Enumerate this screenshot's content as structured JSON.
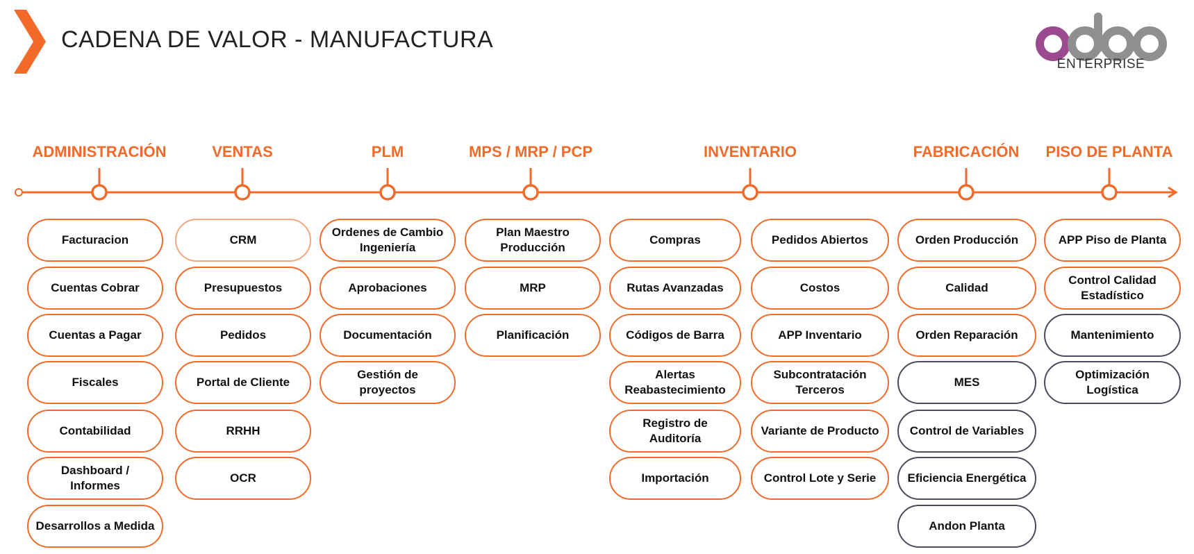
{
  "header": {
    "title": "CADENA DE VALOR - MANUFACTURA",
    "logo_wordmark": "odoo",
    "logo_subtitle": "ENTERPRISE",
    "logo_colors": {
      "o1": "#9b4a8f",
      "rest": "#8f8f8f"
    }
  },
  "colors": {
    "accent": "#f26a2a",
    "light_border": "#f6a57f",
    "dark_border": "#4a4a5c"
  },
  "stages": [
    {
      "label": "ADMINISTRACIÓN"
    },
    {
      "label": "VENTAS"
    },
    {
      "label": "PLM"
    },
    {
      "label": "MPS / MRP / PCP"
    },
    {
      "label": "INVENTARIO"
    },
    {
      "label": "FABRICACIÓN"
    },
    {
      "label": "PISO DE PLANTA"
    }
  ],
  "columns": [
    {
      "stage": "ADMINISTRACIÓN",
      "items": [
        {
          "label": "Facturacion",
          "style": "orange"
        },
        {
          "label": "Cuentas Cobrar",
          "style": "orange"
        },
        {
          "label": "Cuentas a Pagar",
          "style": "orange"
        },
        {
          "label": "Fiscales",
          "style": "orange"
        },
        {
          "label": "Contabilidad",
          "style": "orange"
        },
        {
          "label": "Dashboard / Informes",
          "style": "orange"
        },
        {
          "label": "Desarrollos a Medida",
          "style": "orange"
        }
      ]
    },
    {
      "stage": "VENTAS",
      "items": [
        {
          "label": "CRM",
          "style": "light"
        },
        {
          "label": "Presupuestos",
          "style": "orange"
        },
        {
          "label": "Pedidos",
          "style": "orange"
        },
        {
          "label": "Portal de Cliente",
          "style": "orange"
        },
        {
          "label": "RRHH",
          "style": "orange"
        },
        {
          "label": "OCR",
          "style": "orange"
        }
      ]
    },
    {
      "stage": "PLM",
      "items": [
        {
          "label": "Ordenes de Cambio Ingeniería",
          "style": "orange"
        },
        {
          "label": "Aprobaciones",
          "style": "orange"
        },
        {
          "label": "Documentación",
          "style": "orange"
        },
        {
          "label": "Gestión de proyectos",
          "style": "orange"
        }
      ]
    },
    {
      "stage": "MPS / MRP / PCP",
      "items": [
        {
          "label": "Plan Maestro Producción",
          "style": "orange"
        },
        {
          "label": "MRP",
          "style": "orange"
        },
        {
          "label": "Planificación",
          "style": "orange"
        }
      ]
    },
    {
      "stage": "INVENTARIO",
      "items": [
        {
          "label": "Compras",
          "style": "orange"
        },
        {
          "label": "Rutas Avanzadas",
          "style": "orange"
        },
        {
          "label": "Códigos de Barra",
          "style": "orange"
        },
        {
          "label": "Alertas Reabastecimiento",
          "style": "orange"
        },
        {
          "label": "Registro de Auditoría",
          "style": "orange"
        },
        {
          "label": "Importación",
          "style": "orange"
        }
      ]
    },
    {
      "stage": "INVENTARIO",
      "items": [
        {
          "label": "Pedidos Abiertos",
          "style": "orange"
        },
        {
          "label": "Costos",
          "style": "orange"
        },
        {
          "label": "APP Inventario",
          "style": "orange"
        },
        {
          "label": "Subcontratación Terceros",
          "style": "orange"
        },
        {
          "label": "Variante de Producto",
          "style": "orange"
        },
        {
          "label": "Control Lote y Serie",
          "style": "orange"
        }
      ]
    },
    {
      "stage": "FABRICACIÓN",
      "items": [
        {
          "label": "Orden Producción",
          "style": "orange"
        },
        {
          "label": "Calidad",
          "style": "orange"
        },
        {
          "label": "Orden Reparación",
          "style": "orange"
        },
        {
          "label": "MES",
          "style": "dark"
        },
        {
          "label": "Control de Variables",
          "style": "dark"
        },
        {
          "label": "Eficiencia Energética",
          "style": "dark"
        },
        {
          "label": "Andon Planta",
          "style": "dark"
        }
      ]
    },
    {
      "stage": "PISO DE PLANTA",
      "items": [
        {
          "label": "APP Piso de Planta",
          "style": "orange"
        },
        {
          "label": "Control Calidad Estadístico",
          "style": "orange"
        },
        {
          "label": "Mantenimiento",
          "style": "dark"
        },
        {
          "label": "Optimización Logística",
          "style": "dark"
        }
      ]
    }
  ]
}
